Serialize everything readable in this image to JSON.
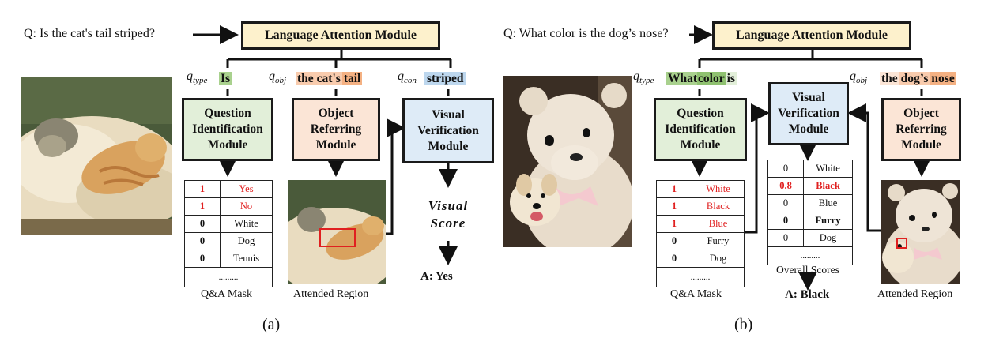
{
  "panel_a": {
    "question": "Q: Is the cat's tail striped?",
    "lam": "Language Attention Module",
    "q_type": {
      "sym": "q",
      "sub": "type",
      "words": [
        "Is"
      ]
    },
    "q_obj": {
      "sym": "q",
      "sub": "obj",
      "words": [
        "the",
        "cat's",
        "tail"
      ]
    },
    "q_con": {
      "sym": "q",
      "sub": "con",
      "words": [
        "striped"
      ]
    },
    "qim": "Question Identification Module",
    "orm": "Object Referring Module",
    "vvm": "Visual Verification Module",
    "mask_rows": [
      {
        "score": "1",
        "answer": "Yes",
        "highlight": true
      },
      {
        "score": "1",
        "answer": "No",
        "highlight": true
      },
      {
        "score": "0",
        "answer": "White",
        "highlight": false
      },
      {
        "score": "0",
        "answer": "Dog",
        "highlight": false
      },
      {
        "score": "0",
        "answer": "Tennis",
        "highlight": false
      }
    ],
    "mask_more": ".........",
    "mask_caption": "Q&A Mask",
    "region_caption": "Attended Region",
    "visual_score": "Visual Score",
    "answer": "A: Yes",
    "label": "(a)"
  },
  "panel_b": {
    "question": "Q: What color is the dog’s nose?",
    "lam": "Language Attention Module",
    "q_type": {
      "sym": "q",
      "sub": "type",
      "words": [
        "What",
        "color",
        "is"
      ]
    },
    "q_obj": {
      "sym": "q",
      "sub": "obj",
      "words": [
        "the",
        "dog’s",
        "nose"
      ]
    },
    "qim": "Question Identification Module",
    "vvm": "Visual Verification Module",
    "orm": "Object Referring Module",
    "mask_rows": [
      {
        "score": "1",
        "answer": "White",
        "highlight": true
      },
      {
        "score": "1",
        "answer": "Black",
        "highlight": true
      },
      {
        "score": "1",
        "answer": "Blue",
        "highlight": true
      },
      {
        "score": "0",
        "answer": "Furry",
        "highlight": false
      },
      {
        "score": "0",
        "answer": "Dog",
        "highlight": false
      }
    ],
    "mask_more": ".........",
    "mask_caption": "Q&A Mask",
    "score_rows": [
      {
        "score": "0",
        "answer": "White",
        "style": "normal"
      },
      {
        "score": "0.8",
        "answer": "Black",
        "style": "red"
      },
      {
        "score": "0",
        "answer": "Blue",
        "style": "normal"
      },
      {
        "score": "0",
        "answer": "Furry",
        "style": "bold"
      },
      {
        "score": "0",
        "answer": "Dog",
        "style": "normal"
      }
    ],
    "score_more": ".........",
    "score_caption": "Overall Scores",
    "answer": "A: Black",
    "region_caption": "Attended Region",
    "label": "(b)"
  },
  "colors": {
    "lam_fill": "#fdf1cc",
    "green_fill": "#e2efd9",
    "peach_fill": "#fbe5d6",
    "blue_fill": "#deebf7",
    "highlight_red": "#e02020",
    "attention_box": "#e02020"
  }
}
